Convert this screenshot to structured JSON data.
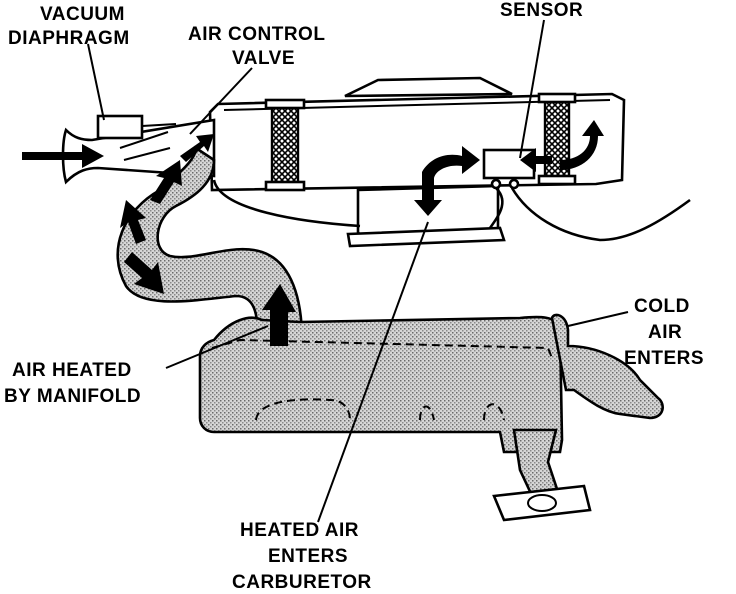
{
  "labels": {
    "vacuum_diaphragm": [
      "VACUUM",
      "DIAPHRAGM"
    ],
    "air_control_valve": [
      "AIR CONTROL",
      "VALVE"
    ],
    "sensor": "SENSOR",
    "cold_air": [
      "COLD",
      "AIR",
      "ENTERS"
    ],
    "air_heated": [
      "AIR HEATED",
      "BY MANIFOLD"
    ],
    "heated_air": [
      "HEATED AIR",
      "ENTERS",
      "CARBURETOR"
    ]
  },
  "colors": {
    "ink": "#000000",
    "background": "#ffffff",
    "stipple": "#b8b8b8"
  }
}
